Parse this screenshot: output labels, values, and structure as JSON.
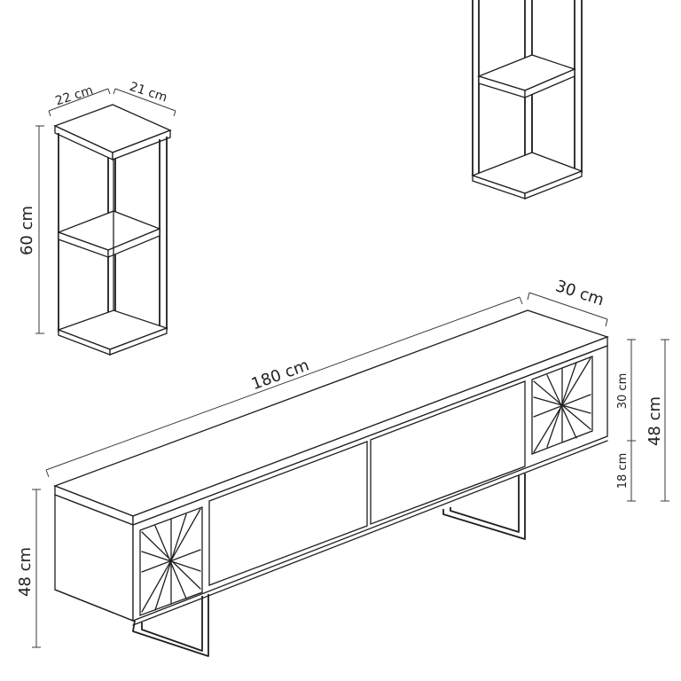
{
  "dimensions": {
    "shelf_width": "22 cm",
    "shelf_depth": "21 cm",
    "shelf_height": "60 cm",
    "cabinet_length": "180 cm",
    "cabinet_depth": "30 cm",
    "cabinet_height_left": "48 cm",
    "cabinet_height_right": "48 cm",
    "cabinet_body_height": "30 cm",
    "cabinet_leg_height": "18 cm"
  }
}
